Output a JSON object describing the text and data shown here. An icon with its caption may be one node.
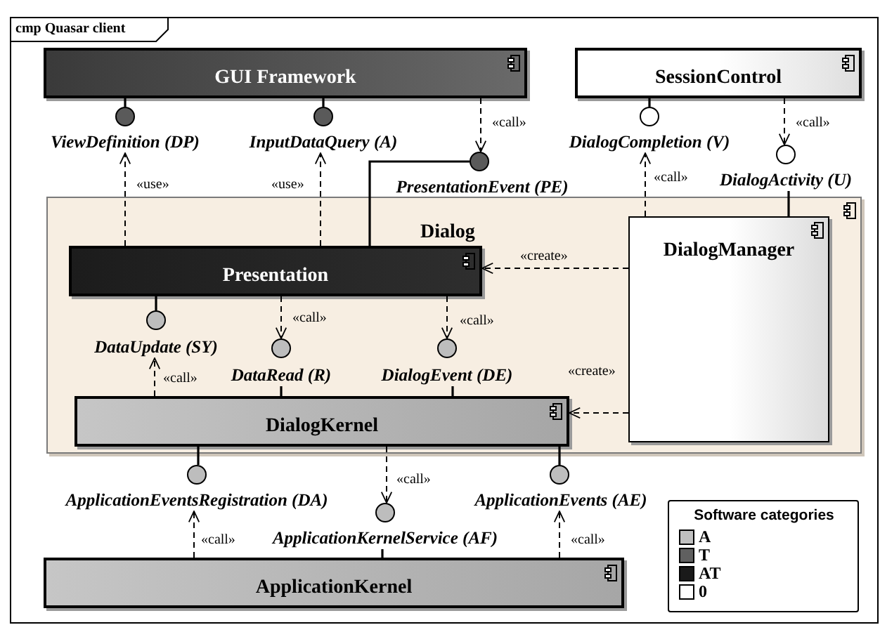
{
  "diagram": {
    "nodes": [
      {
        "text": [
          "cmp Quasar client"
        ]
      },
      {
        "text": [
          "GUI Framework"
        ],
        "in": 0
      },
      {
        "text": [
          "SessionControl"
        ],
        "in": 0
      },
      {
        "text": [],
        "shape": "circle",
        "beside": [
          "ViewDefinition (DP)"
        ],
        "in": 0
      },
      {
        "text": [],
        "shape": "circle",
        "beside": [
          "InputDataQuery (A)"
        ],
        "in": 0
      },
      {
        "text": [],
        "shape": "circle",
        "beside": [
          "PresentationEvent (PE)"
        ],
        "in": 0
      },
      {
        "text": [],
        "shape": "circle",
        "beside": [
          "DialogCompletion (V)"
        ],
        "in": 0
      },
      {
        "text": [],
        "shape": "circle",
        "beside": [
          "DialogActivity (U)"
        ],
        "in": 0
      },
      {
        "text": [
          "Dialog"
        ],
        "in": 0
      },
      {
        "text": [
          "Presentation"
        ],
        "in": 8
      },
      {
        "text": [
          "DialogManager"
        ],
        "in": 8
      },
      {
        "text": [],
        "shape": "circle",
        "beside": [
          "DataUpdate (SY)"
        ],
        "in": 8
      },
      {
        "text": [],
        "shape": "circle",
        "beside": [
          "DataRead (R)"
        ],
        "in": 8
      },
      {
        "text": [],
        "shape": "circle",
        "beside": [
          "DialogEvent (DE)"
        ],
        "in": 8
      },
      {
        "text": [
          "DialogKernel"
        ],
        "in": 8
      },
      {
        "text": [],
        "shape": "circle",
        "beside": [
          "ApplicationEventsRegistration (DA)"
        ],
        "in": 0
      },
      {
        "text": [],
        "shape": "circle",
        "beside": [
          "ApplicationKernelService (AF)"
        ],
        "in": 0
      },
      {
        "text": [],
        "shape": "circle",
        "beside": [
          "ApplicationEvents (AE)"
        ],
        "in": 0
      },
      {
        "text": [
          "ApplicationKernel"
        ],
        "in": 0
      }
    ],
    "edges": [
      {
        "from": 1,
        "to": 3,
        "arrow": "none"
      },
      {
        "from": 1,
        "to": 4,
        "arrow": "none"
      },
      {
        "from": 1,
        "to": 5,
        "arrow": "to",
        "style": "dashed",
        "label": "«call»"
      },
      {
        "from": 2,
        "to": 6,
        "arrow": "none"
      },
      {
        "from": 2,
        "to": 7,
        "arrow": "to",
        "style": "dashed",
        "label": "«call»"
      },
      {
        "from": 9,
        "to": 3,
        "arrow": "to",
        "style": "dashed",
        "label": "«use»"
      },
      {
        "from": 9,
        "to": 4,
        "arrow": "to",
        "style": "dashed",
        "label": "«use»"
      },
      {
        "from": 9,
        "to": 5,
        "arrow": "none"
      },
      {
        "from": 10,
        "to": 6,
        "arrow": "to",
        "style": "dashed",
        "label": "«call»"
      },
      {
        "from": 10,
        "to": 7,
        "arrow": "none"
      },
      {
        "from": 10,
        "to": 9,
        "arrow": "to",
        "style": "dashed",
        "label": "«create»"
      },
      {
        "from": 9,
        "to": 11,
        "arrow": "none"
      },
      {
        "from": 9,
        "to": 12,
        "arrow": "to",
        "style": "dashed",
        "label": "«call»"
      },
      {
        "from": 9,
        "to": 13,
        "arrow": "to",
        "style": "dashed",
        "label": "«call»"
      },
      {
        "from": 14,
        "to": 11,
        "arrow": "to",
        "style": "dashed",
        "label": "«call»"
      },
      {
        "from": 14,
        "to": 12,
        "arrow": "none"
      },
      {
        "from": 14,
        "to": 13,
        "arrow": "none"
      },
      {
        "from": 10,
        "to": 14,
        "arrow": "to",
        "style": "dashed",
        "label": "«create»"
      },
      {
        "from": 14,
        "to": 15,
        "arrow": "none"
      },
      {
        "from": 14,
        "to": 16,
        "arrow": "to",
        "style": "dashed",
        "label": "«call»"
      },
      {
        "from": 14,
        "to": 17,
        "arrow": "none"
      },
      {
        "from": 18,
        "to": 15,
        "arrow": "to",
        "style": "dashed",
        "label": "«call»"
      },
      {
        "from": 18,
        "to": 16,
        "arrow": "none"
      },
      {
        "from": 18,
        "to": 17,
        "arrow": "to",
        "style": "dashed",
        "label": "«call»"
      }
    ],
    "labels": [
      "Software categories"
    ],
    "legend": [
      {
        "text": "A",
        "color": "#c0c0c0"
      },
      {
        "text": "T",
        "color": "#606060"
      },
      {
        "text": "AT",
        "color": "#1a1a1a"
      },
      {
        "text": "0",
        "color": "#ffffff"
      }
    ]
  }
}
